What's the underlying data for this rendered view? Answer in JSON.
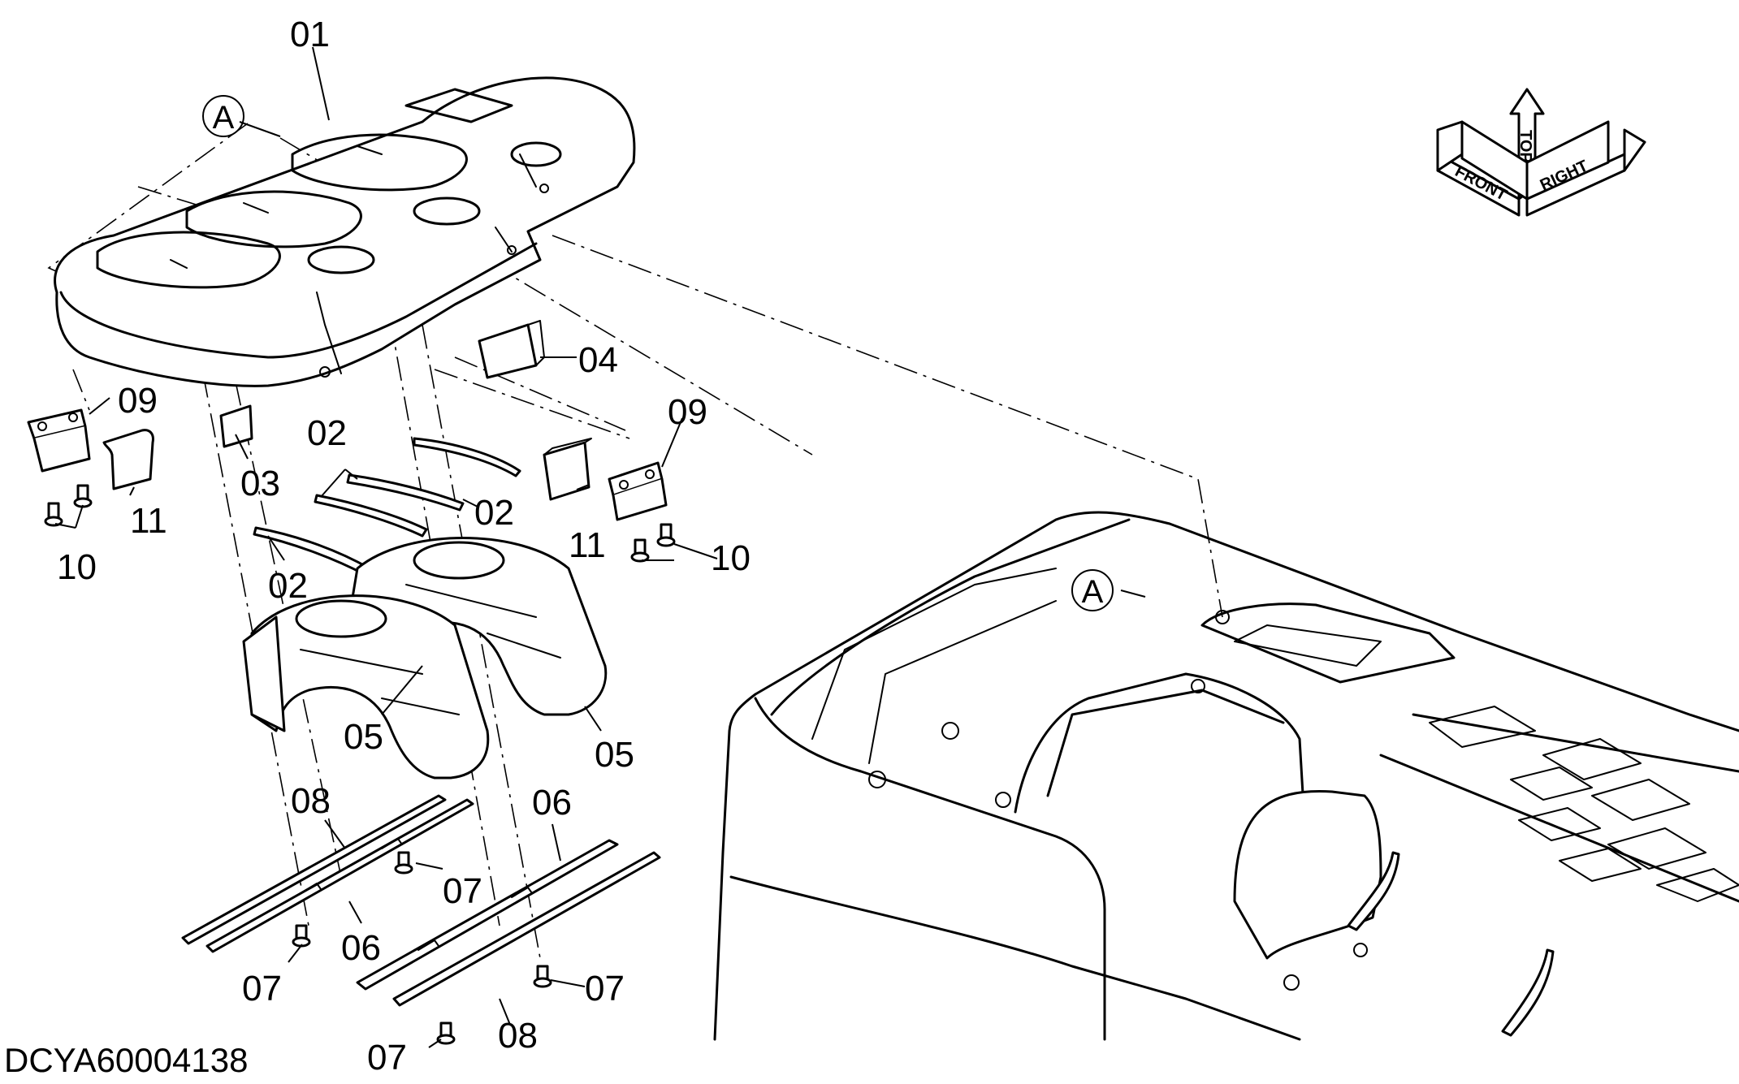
{
  "drawing_code": "DCYA60004138",
  "detail_marker": "A",
  "orientation": {
    "front": "FRONT",
    "top": "TOP",
    "right": "RIGHT"
  },
  "callouts": {
    "c01": "01",
    "c02a": "02",
    "c02b": "02",
    "c02c": "02",
    "c03": "03",
    "c04": "04",
    "c05a": "05",
    "c05b": "05",
    "c06a": "06",
    "c06b": "06",
    "c07a": "07",
    "c07b": "07",
    "c07c": "07",
    "c07d": "07",
    "c08a": "08",
    "c08b": "08",
    "c09a": "09",
    "c09b": "09",
    "c10a": "10",
    "c10b": "10",
    "c11a": "11",
    "c11b": "11"
  }
}
